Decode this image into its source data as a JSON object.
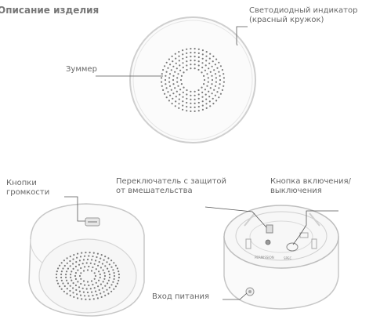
{
  "title": "Описание изделия",
  "labels": {
    "led": [
      "Светодиодный индикатор",
      "(красный кружок)"
    ],
    "buzzer": "Зуммер",
    "volume": [
      "Кнопки",
      "громкости"
    ],
    "tamper": [
      "Переключатель с защитой",
      "от вмешательства"
    ],
    "power_button": [
      "Кнопка включения/",
      "выключения"
    ],
    "power_input": "Вход питания"
  },
  "engravings": [
    "PERMISSION",
    "SPEC"
  ]
}
